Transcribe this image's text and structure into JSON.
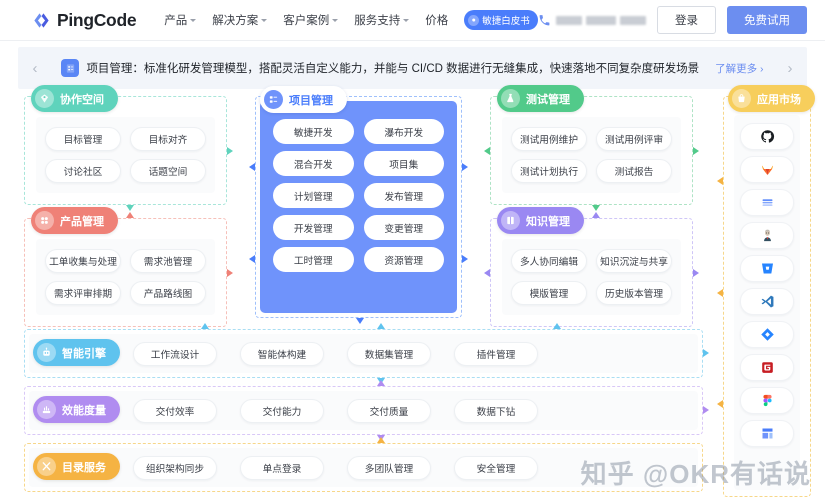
{
  "header": {
    "brand": "PingCode",
    "logo_icon": "pingcode-logo-icon",
    "nav": [
      {
        "label": "产品",
        "caret": true
      },
      {
        "label": "解决方案",
        "caret": true
      },
      {
        "label": "客户案例",
        "caret": true
      },
      {
        "label": "服务支持",
        "caret": true
      },
      {
        "label": "价格",
        "caret": false
      }
    ],
    "whitepaper_badge": "敏捷白皮书",
    "phone_icon": "phone-icon",
    "phone_redacted": "",
    "login_label": "登录",
    "trial_label": "免费试用",
    "accent": "#6c8ef0"
  },
  "banner": {
    "prev_icon": "chevron-left-icon",
    "next_icon": "chevron-right-icon",
    "icon": "project-doc-icon",
    "text": "项目管理：标准化研发管理模型，搭配灵活自定义能力，并能与 CI/CD 数据进行无缝集成，快速落地不同复杂度研发场景",
    "more_label": "了解更多 ›"
  },
  "diagram": {
    "watermark": "知乎 @OKR有话说",
    "panels": {
      "collaboration": {
        "label": "协作空间",
        "icon": "collaboration-icon",
        "color": "#5fd3bc",
        "border": "#a8e6da",
        "items": [
          "目标管理",
          "目标对齐",
          "讨论社区",
          "话题空间"
        ]
      },
      "product": {
        "label": "产品管理",
        "icon": "product-grid-icon",
        "color": "#ef8177",
        "border": "#f6c0b9",
        "items": [
          "工单收集与处理",
          "需求池管理",
          "需求评审排期",
          "产品路线图"
        ]
      },
      "project": {
        "label": "项目管理",
        "icon": "project-board-icon",
        "color": "#6f93fb",
        "border": "#9fc0fb",
        "items": [
          "敏捷开发",
          "瀑布开发",
          "混合开发",
          "项目集",
          "计划管理",
          "发布管理",
          "开发管理",
          "变更管理",
          "工时管理",
          "资源管理"
        ]
      },
      "testing": {
        "label": "测试管理",
        "icon": "testing-flask-icon",
        "color": "#52ca8a",
        "border": "#aee3c5",
        "items": [
          "测试用例维护",
          "测试用例评审",
          "测试计划执行",
          "测试报告"
        ]
      },
      "knowledge": {
        "label": "知识管理",
        "icon": "knowledge-book-icon",
        "color": "#9a88f2",
        "border": "#cfc6f7",
        "items": [
          "多人协同编辑",
          "知识沉淀与共享",
          "模版管理",
          "历史版本管理"
        ]
      },
      "ai_engine": {
        "label": "智能引擎",
        "icon": "robot-icon",
        "color": "#5fc3ee",
        "border": "#aadef3",
        "items": [
          "工作流设计",
          "智能体构建",
          "数据集管理",
          "插件管理"
        ]
      },
      "metrics": {
        "label": "效能度量",
        "icon": "metrics-chart-icon",
        "color": "#b08cf0",
        "border": "#d9c8f7",
        "items": [
          "交付效率",
          "交付能力",
          "交付质量",
          "数据下钻"
        ]
      },
      "directory": {
        "label": "目录服务",
        "icon": "tools-icon",
        "color": "#f5b343",
        "border": "#f7d78a",
        "items": [
          "组织架构同步",
          "单点登录",
          "多团队管理",
          "安全管理"
        ]
      },
      "app_market": {
        "label": "应用市场",
        "icon": "app-market-icon",
        "color": "#f7ce5c",
        "border": "#f7d78a",
        "apps": [
          "github-icon",
          "gitlab-icon",
          "zentao-icon",
          "jenkins-icon",
          "bitbucket-icon",
          "vscode-icon",
          "jira-icon",
          "gitee-icon",
          "figma-icon",
          "teambition-icon"
        ]
      }
    }
  }
}
